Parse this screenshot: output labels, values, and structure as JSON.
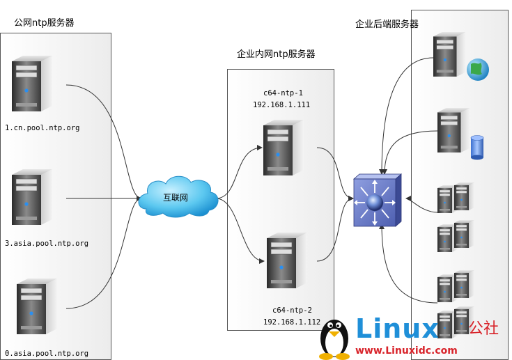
{
  "public_ntp": {
    "title": "公网ntp服务器",
    "servers": [
      "1.cn.pool.ntp.org",
      "3.asia.pool.ntp.org",
      "0.asia.pool.ntp.org"
    ]
  },
  "internet": {
    "label": "互联网"
  },
  "internal_ntp": {
    "title": "企业内网ntp服务器",
    "server1": {
      "name": "c64-ntp-1",
      "ip": "192.168.1.111"
    },
    "server2": {
      "name": "c64-ntp-2",
      "ip": "192.168.1.112"
    }
  },
  "backend": {
    "title": "企业后端服务器"
  },
  "watermark": {
    "brand": "Linux",
    "suffix": "公社",
    "url": "www.Linuxidc.com"
  }
}
